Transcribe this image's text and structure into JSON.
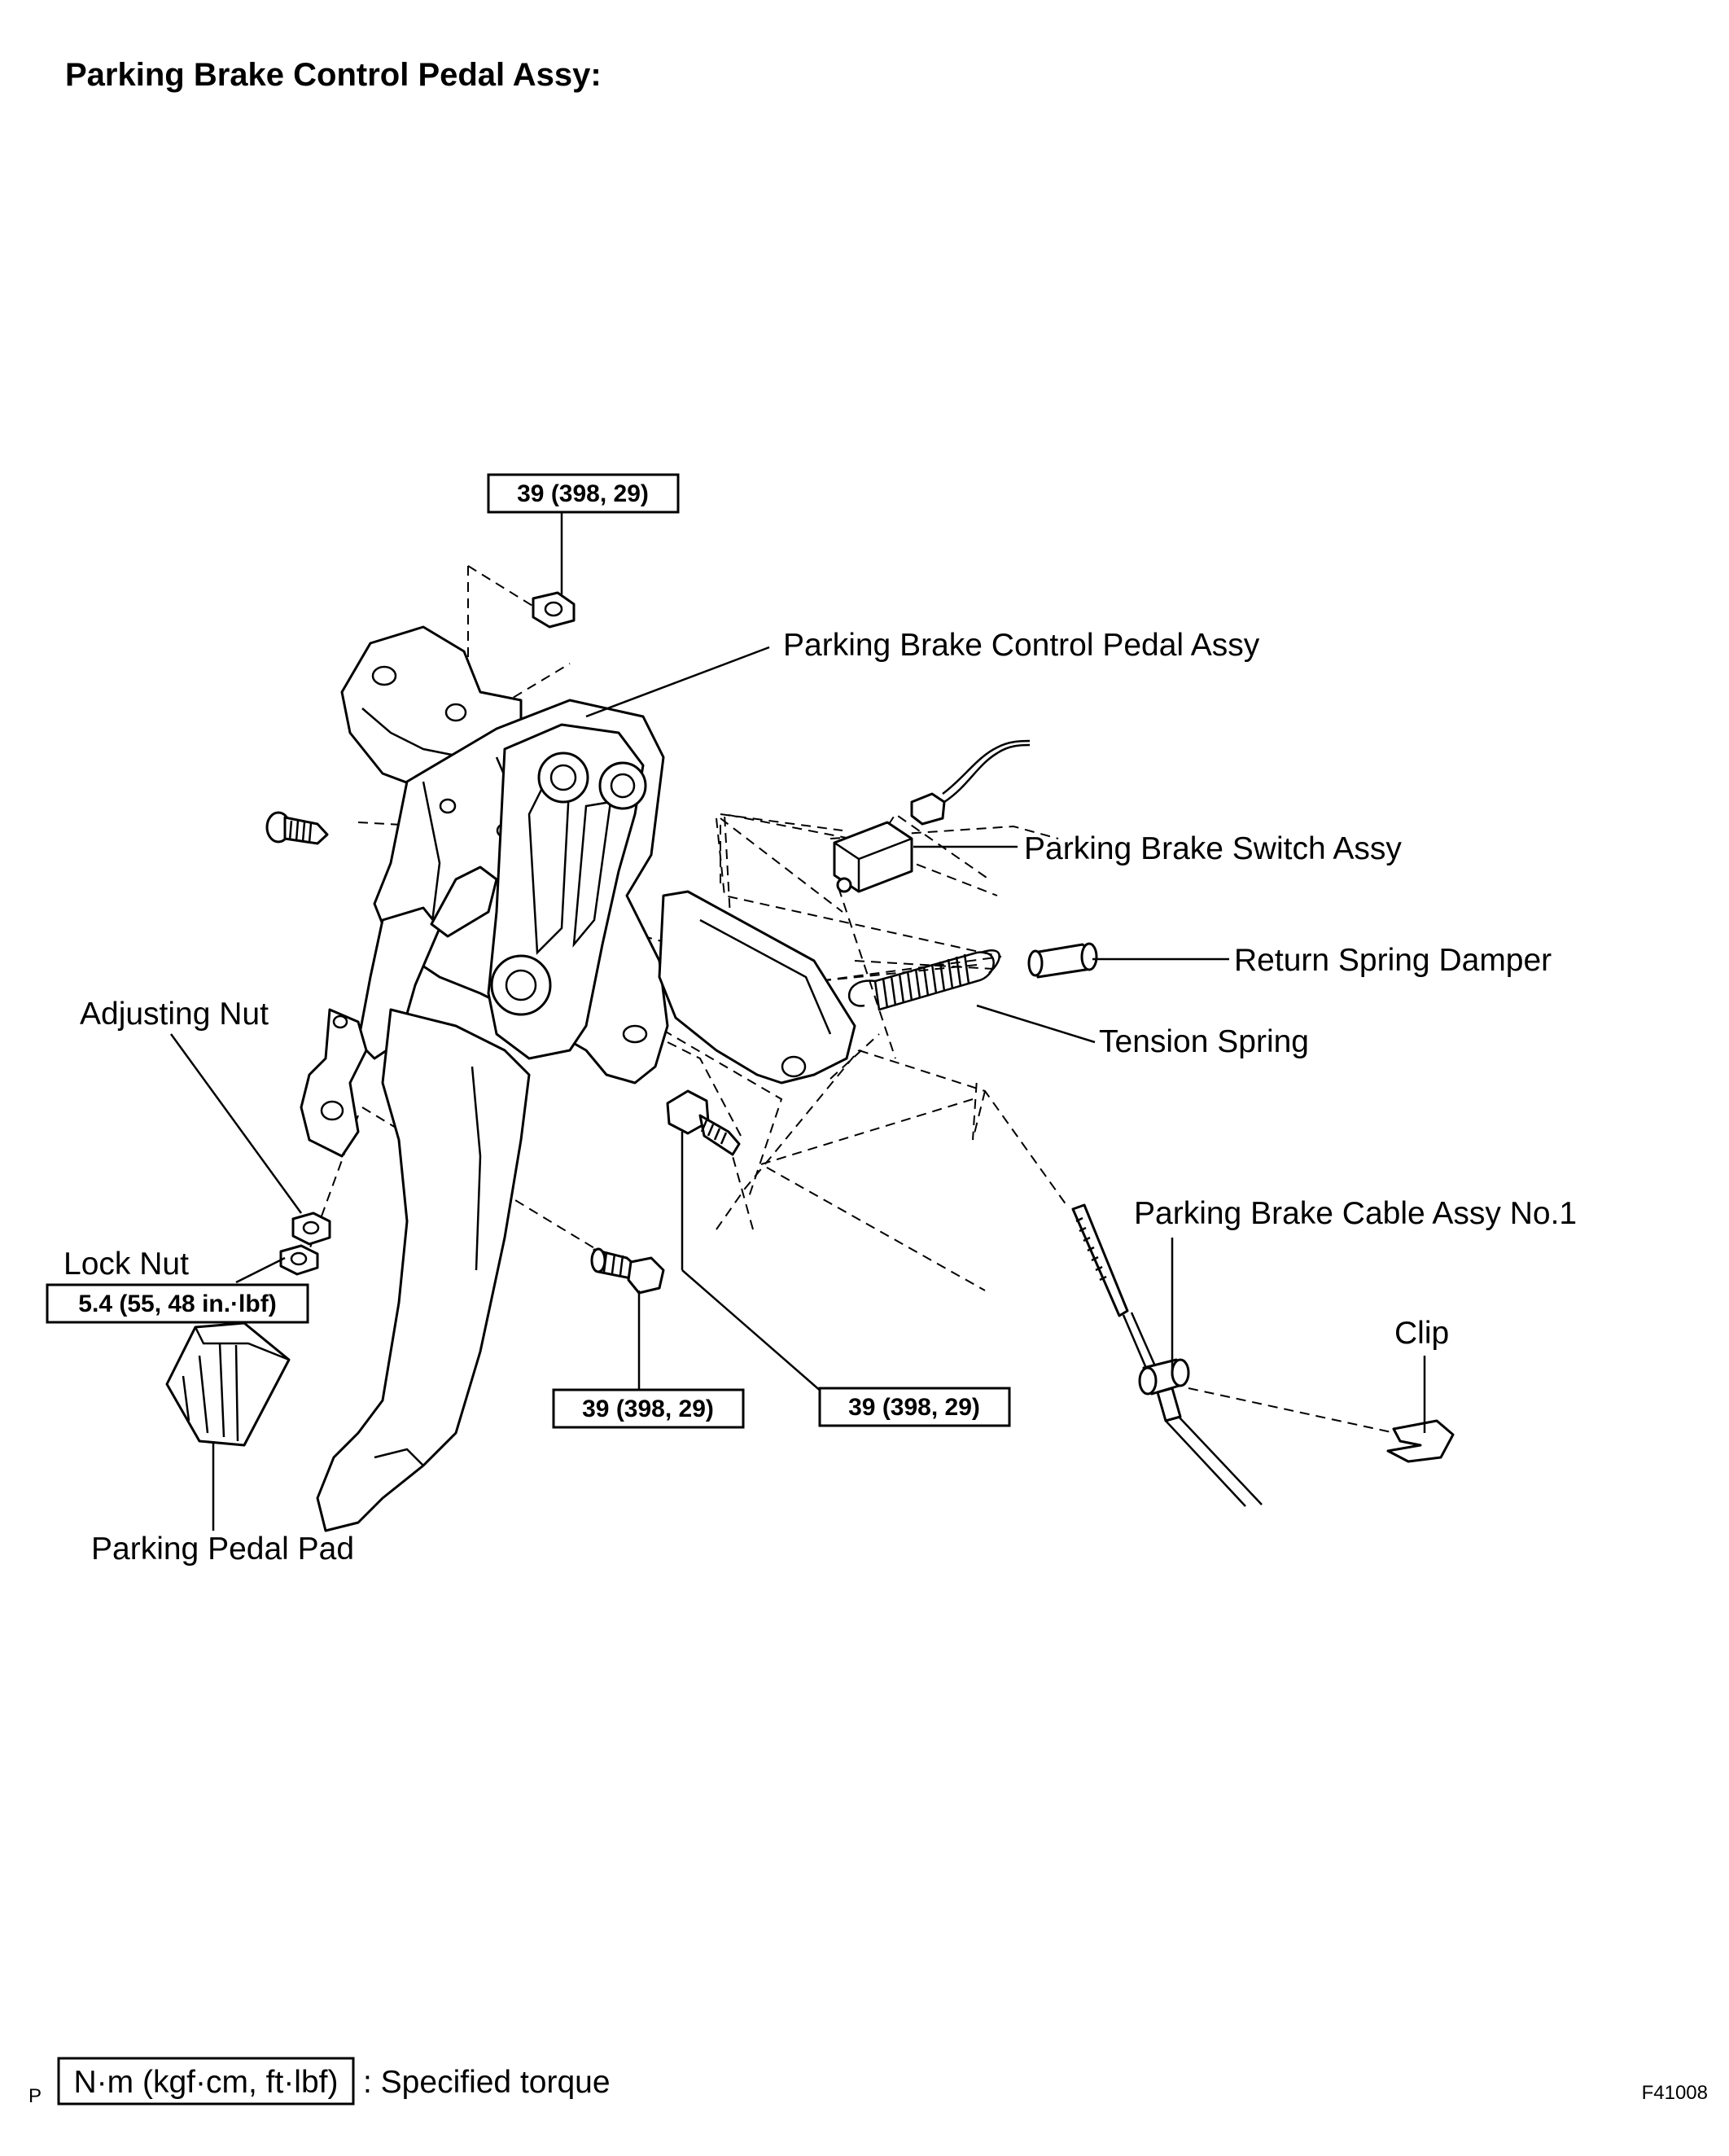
{
  "title": "Parking Brake Control Pedal Assy:",
  "labels": {
    "pedal_assy": "Parking Brake Control Pedal Assy",
    "switch_assy": "Parking Brake Switch Assy",
    "return_spring_damper": "Return Spring Damper",
    "tension_spring": "Tension Spring",
    "adjusting_nut": "Adjusting Nut",
    "lock_nut": "Lock Nut",
    "cable_assy": "Parking Brake Cable Assy No.1",
    "clip": "Clip",
    "pedal_pad": "Parking Pedal Pad"
  },
  "torques": {
    "top_nut": "39 (398, 29)",
    "lock_nut": "5.4 (55, 48 in.·lbf)",
    "lower_bolt": "39 (398, 29)",
    "bracket_bolt": "39 (398, 29)"
  },
  "legend": {
    "prefix": "P",
    "unit_box": "N·m (kgf·cm, ft·lbf)",
    "description": ": Specified torque"
  },
  "figure_code": "F41008"
}
